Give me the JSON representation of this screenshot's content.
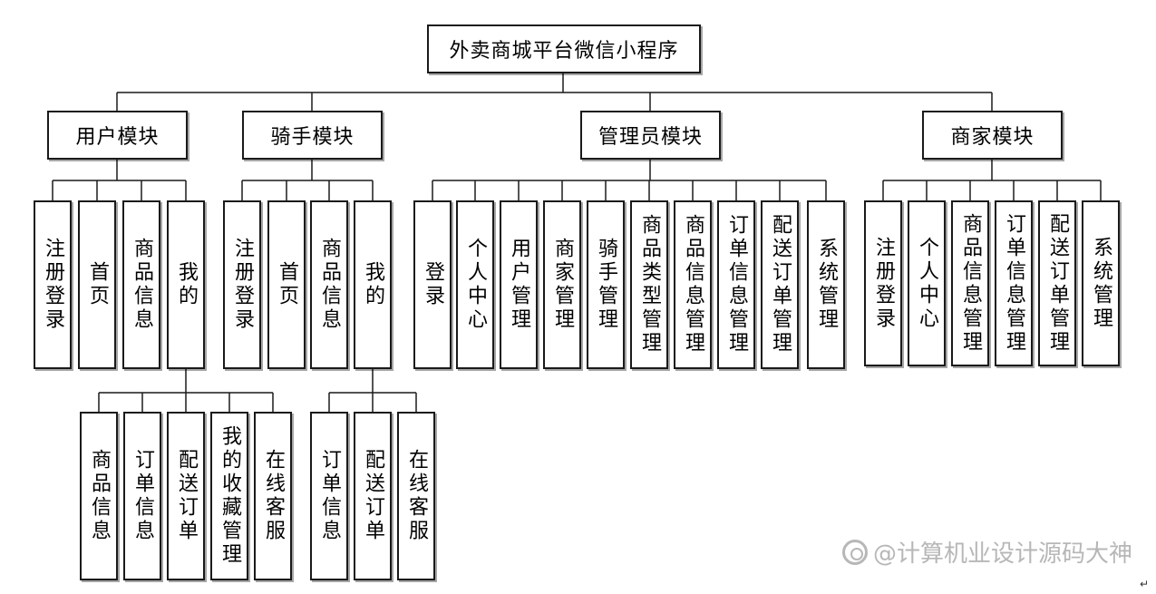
{
  "title": "外卖商城平台微信小程序",
  "modules": {
    "user": {
      "label": "用户模块",
      "items": [
        "注册登录",
        "首页",
        "商品信息",
        "我的"
      ],
      "sub_items": [
        "商品信息",
        "订单信息",
        "配送订单",
        "我的收藏管理",
        "在线客服"
      ]
    },
    "rider": {
      "label": "骑手模块",
      "items": [
        "注册登录",
        "首页",
        "商品信息",
        "我的"
      ],
      "sub_items": [
        "订单信息",
        "配送订单",
        "在线客服"
      ]
    },
    "admin": {
      "label": "管理员模块",
      "items": [
        "登录",
        "个人中心",
        "用户管理",
        "商家管理",
        "骑手管理",
        "商品类型管理",
        "商品信息管理",
        "订单信息管理",
        "配送订单管理",
        "系统管理"
      ]
    },
    "merchant": {
      "label": "商家模块",
      "items": [
        "注册登录",
        "个人中心",
        "商品信息管理",
        "订单信息管理",
        "配送订单管理",
        "系统管理"
      ]
    }
  },
  "watermark": "@计算机业设计源码大神",
  "return_mark": "↵"
}
